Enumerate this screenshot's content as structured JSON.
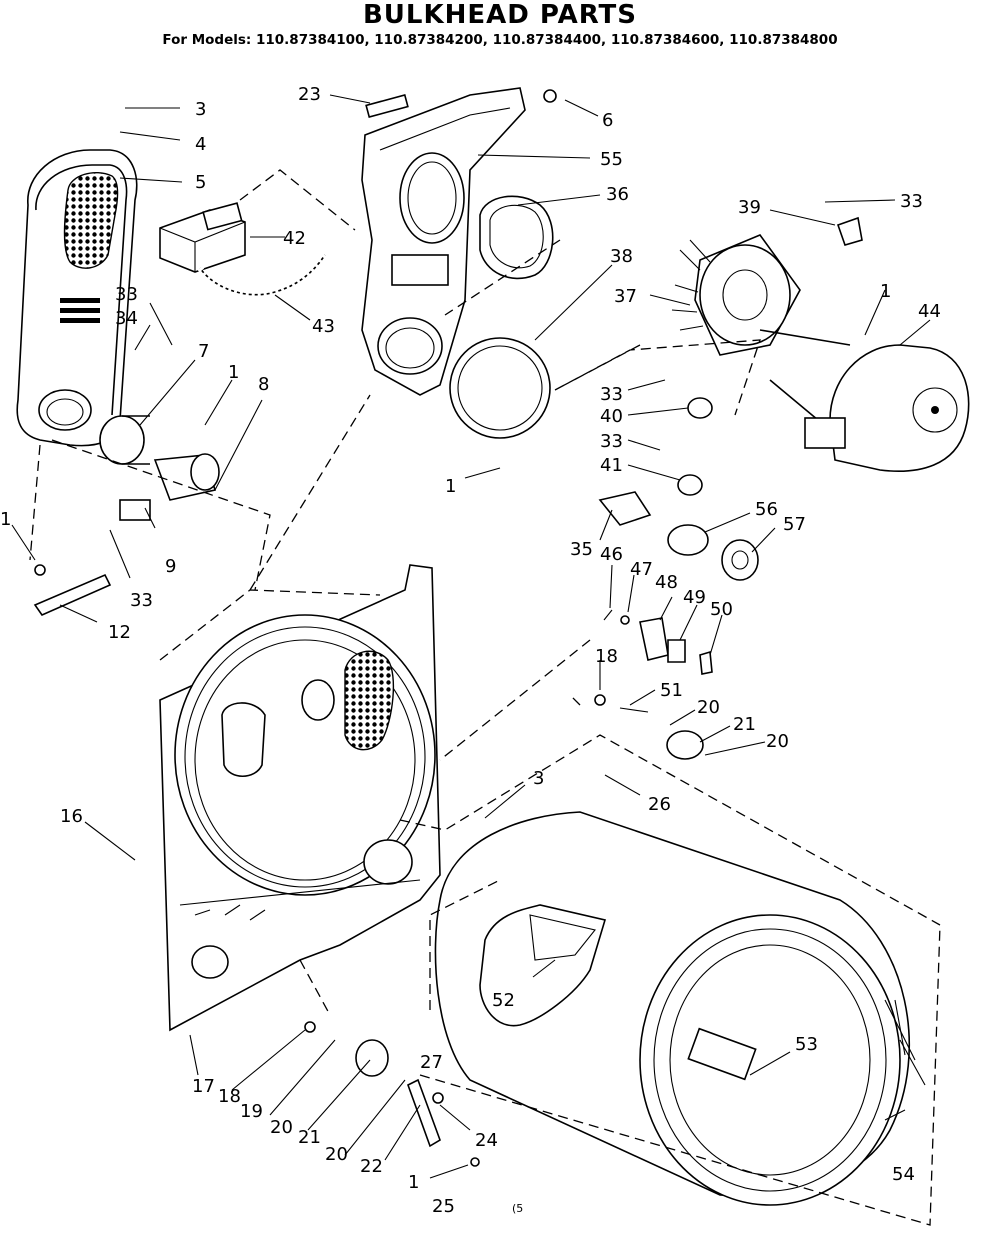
{
  "title": "BULKHEAD PARTS",
  "models_line": "For Models: 110.87384100, 110.87384200, 110.87384400, 110.87384600, 110.87384800",
  "page_mark": "(5",
  "callouts": {
    "c3a": "3",
    "c4": "4",
    "c5": "5",
    "c23": "23",
    "c6": "6",
    "c55": "55",
    "c36": "36",
    "c33a": "33",
    "c39": "39",
    "c42": "42",
    "c43": "43",
    "c38": "38",
    "c33b": "33",
    "c34": "34",
    "c7": "7",
    "c1a": "1",
    "c8": "8",
    "c37": "37",
    "c1b": "1",
    "c44": "44",
    "c33c": "33",
    "c40": "40",
    "c33d": "33",
    "c41": "41",
    "c1c": "1",
    "c1d": "1",
    "c9": "9",
    "c33e": "33",
    "c12": "12",
    "c35": "35",
    "c56": "56",
    "c57": "57",
    "c46": "46",
    "c47": "47",
    "c48": "48",
    "c49": "49",
    "c50": "50",
    "c18a": "18",
    "c51": "51",
    "c20a": "20",
    "c21a": "21",
    "c20b": "20",
    "c3b": "3",
    "c26": "26",
    "c16": "16",
    "c52": "52",
    "c27": "27",
    "c53": "53",
    "c17": "17",
    "c18b": "18",
    "c19": "19",
    "c20c": "20",
    "c21b": "21",
    "c20d": "20",
    "c22": "22",
    "c24": "24",
    "c1e": "1",
    "c25": "25",
    "c54": "54"
  }
}
